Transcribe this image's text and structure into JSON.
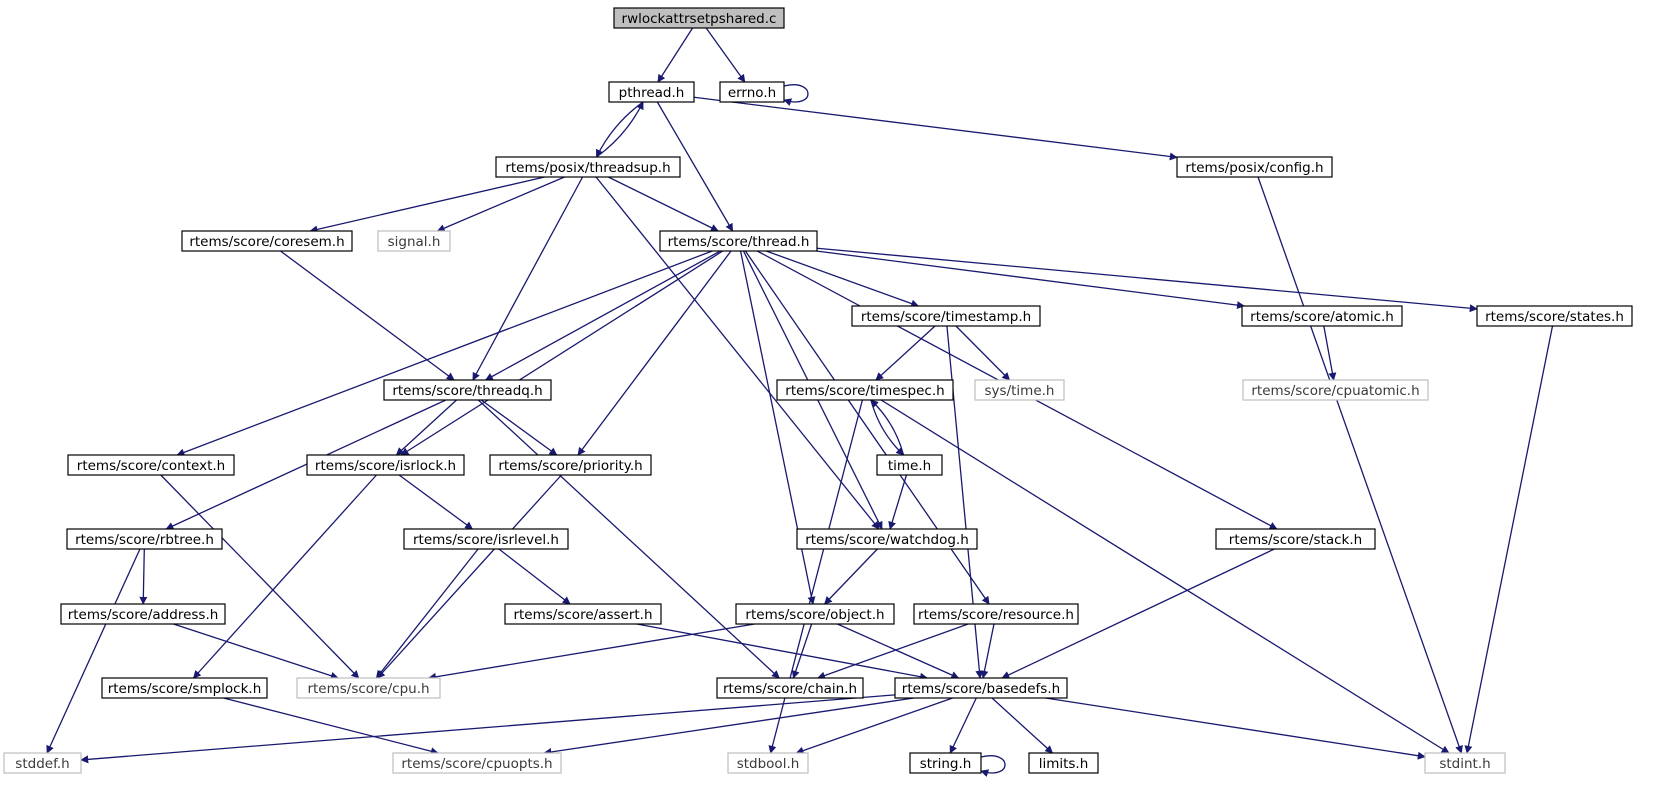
{
  "colors": {
    "edge": "#191970",
    "solid_border": "#000000",
    "ghost_border": "#bfbfbf",
    "root_fill": "#bfbfbf",
    "text": "#000000",
    "ghost_text": "#3a3a3a"
  },
  "nodes": [
    {
      "id": "root",
      "label": "rwlockattrsetpshared.c",
      "style": "root"
    },
    {
      "id": "pthread",
      "label": "pthread.h",
      "style": "solid"
    },
    {
      "id": "errno",
      "label": "errno.h",
      "style": "solid"
    },
    {
      "id": "threadsup",
      "label": "rtems/posix/threadsup.h",
      "style": "solid"
    },
    {
      "id": "pconfig",
      "label": "rtems/posix/config.h",
      "style": "solid"
    },
    {
      "id": "coresem",
      "label": "rtems/score/coresem.h",
      "style": "solid"
    },
    {
      "id": "signal",
      "label": "signal.h",
      "style": "ghost"
    },
    {
      "id": "thread",
      "label": "rtems/score/thread.h",
      "style": "solid"
    },
    {
      "id": "timestamp",
      "label": "rtems/score/timestamp.h",
      "style": "solid"
    },
    {
      "id": "atomic",
      "label": "rtems/score/atomic.h",
      "style": "solid"
    },
    {
      "id": "states",
      "label": "rtems/score/states.h",
      "style": "solid"
    },
    {
      "id": "threadq",
      "label": "rtems/score/threadq.h",
      "style": "solid"
    },
    {
      "id": "timespec",
      "label": "rtems/score/timespec.h",
      "style": "solid"
    },
    {
      "id": "systime",
      "label": "sys/time.h",
      "style": "ghost"
    },
    {
      "id": "cpuatomic",
      "label": "rtems/score/cpuatomic.h",
      "style": "ghost"
    },
    {
      "id": "context",
      "label": "rtems/score/context.h",
      "style": "solid"
    },
    {
      "id": "isrlock",
      "label": "rtems/score/isrlock.h",
      "style": "solid"
    },
    {
      "id": "priority",
      "label": "rtems/score/priority.h",
      "style": "solid"
    },
    {
      "id": "timeh",
      "label": "time.h",
      "style": "solid"
    },
    {
      "id": "rbtree",
      "label": "rtems/score/rbtree.h",
      "style": "solid"
    },
    {
      "id": "isrlevel",
      "label": "rtems/score/isrlevel.h",
      "style": "solid"
    },
    {
      "id": "watchdog",
      "label": "rtems/score/watchdog.h",
      "style": "solid"
    },
    {
      "id": "stack",
      "label": "rtems/score/stack.h",
      "style": "solid"
    },
    {
      "id": "address",
      "label": "rtems/score/address.h",
      "style": "solid"
    },
    {
      "id": "assert",
      "label": "rtems/score/assert.h",
      "style": "solid"
    },
    {
      "id": "object",
      "label": "rtems/score/object.h",
      "style": "solid"
    },
    {
      "id": "resource",
      "label": "rtems/score/resource.h",
      "style": "solid"
    },
    {
      "id": "smplock",
      "label": "rtems/score/smplock.h",
      "style": "solid"
    },
    {
      "id": "cpu",
      "label": "rtems/score/cpu.h",
      "style": "ghost"
    },
    {
      "id": "chain",
      "label": "rtems/score/chain.h",
      "style": "solid"
    },
    {
      "id": "basedefs",
      "label": "rtems/score/basedefs.h",
      "style": "solid"
    },
    {
      "id": "stddef",
      "label": "stddef.h",
      "style": "ghost"
    },
    {
      "id": "cpuopts",
      "label": "rtems/score/cpuopts.h",
      "style": "ghost"
    },
    {
      "id": "stdbool",
      "label": "stdbool.h",
      "style": "ghost"
    },
    {
      "id": "stringh",
      "label": "string.h",
      "style": "solid"
    },
    {
      "id": "limits",
      "label": "limits.h",
      "style": "solid"
    },
    {
      "id": "stdint",
      "label": "stdint.h",
      "style": "ghost"
    }
  ],
  "edges": [
    [
      "root",
      "pthread"
    ],
    [
      "root",
      "errno"
    ],
    [
      "errno",
      "errno"
    ],
    [
      "pthread",
      "threadsup"
    ],
    [
      "pthread",
      "pconfig"
    ],
    [
      "pthread",
      "thread"
    ],
    [
      "threadsup",
      "pthread"
    ],
    [
      "threadsup",
      "coresem"
    ],
    [
      "threadsup",
      "signal"
    ],
    [
      "threadsup",
      "thread"
    ],
    [
      "threadsup",
      "threadq"
    ],
    [
      "threadsup",
      "watchdog"
    ],
    [
      "pconfig",
      "stdint"
    ],
    [
      "coresem",
      "threadq"
    ],
    [
      "thread",
      "context"
    ],
    [
      "thread",
      "threadq"
    ],
    [
      "thread",
      "isrlock"
    ],
    [
      "thread",
      "priority"
    ],
    [
      "thread",
      "object"
    ],
    [
      "thread",
      "watchdog"
    ],
    [
      "thread",
      "resource"
    ],
    [
      "thread",
      "timestamp"
    ],
    [
      "thread",
      "atomic"
    ],
    [
      "thread",
      "states"
    ],
    [
      "thread",
      "stack"
    ],
    [
      "timestamp",
      "timespec"
    ],
    [
      "timestamp",
      "systime"
    ],
    [
      "timestamp",
      "basedefs"
    ],
    [
      "atomic",
      "cpuatomic"
    ],
    [
      "states",
      "stdint"
    ],
    [
      "threadq",
      "rbtree"
    ],
    [
      "threadq",
      "isrlock"
    ],
    [
      "threadq",
      "priority"
    ],
    [
      "threadq",
      "chain"
    ],
    [
      "timespec",
      "timeh"
    ],
    [
      "timespec",
      "stdbool"
    ],
    [
      "timespec",
      "stdint"
    ],
    [
      "timeh",
      "timespec"
    ],
    [
      "timeh",
      "watchdog"
    ],
    [
      "context",
      "cpu"
    ],
    [
      "isrlock",
      "isrlevel"
    ],
    [
      "isrlock",
      "smplock"
    ],
    [
      "priority",
      "cpu"
    ],
    [
      "rbtree",
      "address"
    ],
    [
      "rbtree",
      "stddef"
    ],
    [
      "isrlevel",
      "assert"
    ],
    [
      "isrlevel",
      "cpu"
    ],
    [
      "watchdog",
      "object"
    ],
    [
      "stack",
      "basedefs"
    ],
    [
      "address",
      "cpu"
    ],
    [
      "assert",
      "basedefs"
    ],
    [
      "object",
      "cpu"
    ],
    [
      "object",
      "chain"
    ],
    [
      "object",
      "basedefs"
    ],
    [
      "resource",
      "chain"
    ],
    [
      "resource",
      "basedefs"
    ],
    [
      "smplock",
      "cpuopts"
    ],
    [
      "basedefs",
      "stddef"
    ],
    [
      "basedefs",
      "cpuopts"
    ],
    [
      "basedefs",
      "stdbool"
    ],
    [
      "basedefs",
      "stringh"
    ],
    [
      "basedefs",
      "limits"
    ],
    [
      "basedefs",
      "stdint"
    ],
    [
      "stringh",
      "stringh"
    ]
  ]
}
